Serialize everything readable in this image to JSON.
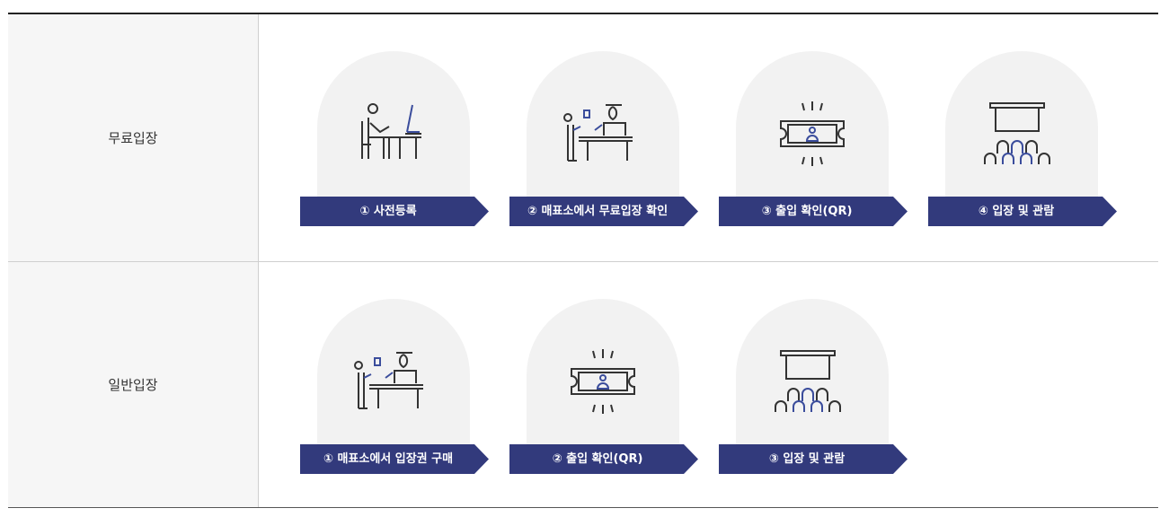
{
  "rows": [
    {
      "header": "무료입장",
      "steps": [
        {
          "label": "① 사전등록",
          "icon": "person-at-desk-icon"
        },
        {
          "label": "② 매표소에서 무료입장 확인",
          "icon": "ticket-booth-icon"
        },
        {
          "label": "③ 출입 확인(QR)",
          "icon": "qr-ticket-scan-icon"
        },
        {
          "label": "④ 입장 및 관람",
          "icon": "audience-screen-icon"
        }
      ]
    },
    {
      "header": "일반입장",
      "steps": [
        {
          "label": "① 매표소에서 입장권 구매",
          "icon": "ticket-booth-icon"
        },
        {
          "label": "② 출입 확인(QR)",
          "icon": "qr-ticket-scan-icon"
        },
        {
          "label": "③ 입장 및 관람",
          "icon": "audience-screen-icon"
        }
      ]
    }
  ],
  "colors": {
    "label_bg": "#323a7c",
    "icon_line": "#333333",
    "icon_accent": "#3b4d9c",
    "arch_bg": "#f2f2f2"
  }
}
